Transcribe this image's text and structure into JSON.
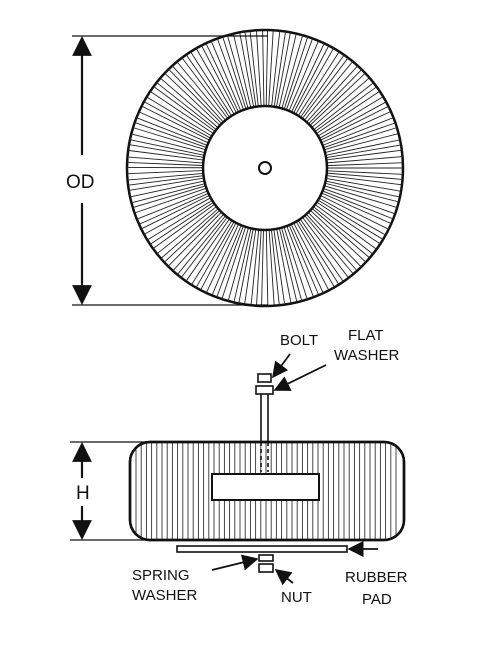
{
  "labels": {
    "od": "OD",
    "h": "H",
    "bolt": "BOLT",
    "flat_washer_1": "FLAT",
    "flat_washer_2": "WASHER",
    "spring_washer_1": "SPRING",
    "spring_washer_2": "WASHER",
    "nut": "NUT",
    "rubber_pad_1": "RUBBER",
    "rubber_pad_2": "PAD"
  },
  "colors": {
    "line": "#111111",
    "background": "#ffffff"
  },
  "icons": {
    "arrow": "arrow-icon"
  }
}
